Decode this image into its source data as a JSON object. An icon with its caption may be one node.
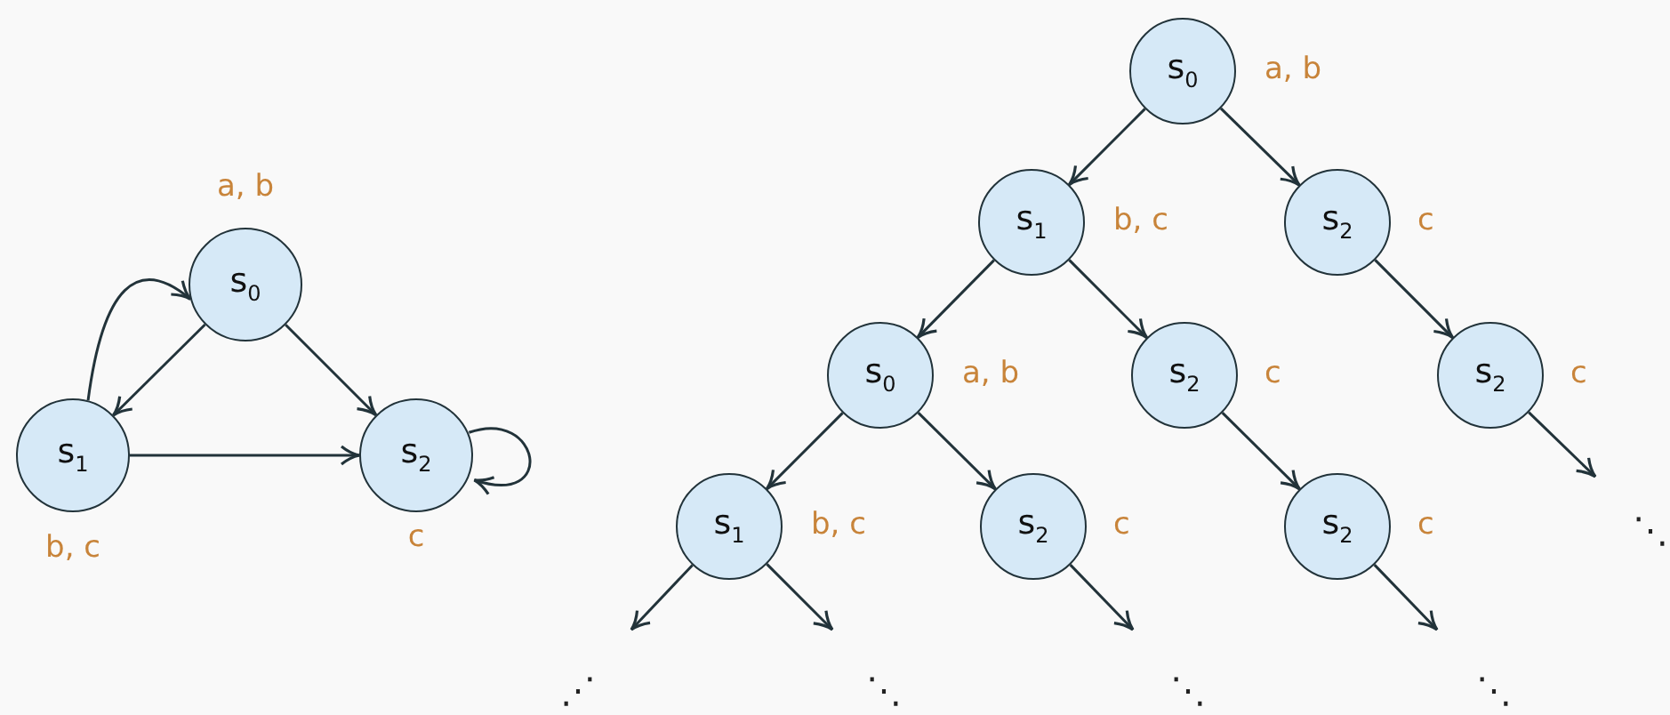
{
  "diagram": {
    "nodes": [
      {
        "text": [
          "s$_{0}$"
        ],
        "beside": [
          "a, b"
        ]
      },
      {
        "text": [
          "s$_{1}$"
        ],
        "beside": [
          "b, c"
        ]
      },
      {
        "text": [
          "s$_{2}$"
        ],
        "beside": [
          "c"
        ]
      },
      {
        "text": [
          "s$_{0}$"
        ],
        "beside": [
          "a, b"
        ]
      },
      {
        "text": [
          "s$_{1}$"
        ],
        "beside": [
          "b, c"
        ]
      },
      {
        "text": [
          "s$_{2}$"
        ],
        "beside": [
          "c"
        ]
      },
      {
        "text": [
          "s$_{0}$"
        ],
        "beside": [
          "a, b"
        ]
      },
      {
        "text": [
          "s$_{2}$"
        ],
        "beside": [
          "c"
        ]
      },
      {
        "text": [
          "s$_{2}$"
        ],
        "beside": [
          "c"
        ]
      },
      {
        "text": [
          "s$_{1}$"
        ],
        "beside": [
          "b, c"
        ]
      },
      {
        "text": [
          "s$_{2}$"
        ],
        "beside": [
          "c"
        ]
      },
      {
        "text": [
          "s$_{2}$"
        ],
        "beside": [
          "c"
        ]
      }
    ],
    "edges": [
      {
        "from": 1,
        "to": 0,
        "arrow": "to"
      },
      {
        "from": 0,
        "to": 1,
        "arrow": "to"
      },
      {
        "from": 0,
        "to": 2,
        "arrow": "to"
      },
      {
        "from": 1,
        "to": 2,
        "arrow": "to"
      },
      {
        "from": 2,
        "to": 2,
        "arrow": "to"
      },
      {
        "from": 3,
        "to": 4,
        "arrow": "to"
      },
      {
        "from": 3,
        "to": 5,
        "arrow": "to"
      },
      {
        "from": 4,
        "to": 6,
        "arrow": "to"
      },
      {
        "from": 4,
        "to": 7,
        "arrow": "to"
      },
      {
        "from": 5,
        "to": 8,
        "arrow": "to"
      },
      {
        "from": 6,
        "to": 9,
        "arrow": "to"
      },
      {
        "from": 6,
        "to": 10,
        "arrow": "to"
      },
      {
        "from": 7,
        "to": 11,
        "arrow": "to"
      },
      {
        "from": 8,
        "to": null,
        "arrow": "to"
      },
      {
        "from": 9,
        "to": null,
        "arrow": "to"
      },
      {
        "from": 9,
        "to": null,
        "arrow": "to"
      },
      {
        "from": 10,
        "to": null,
        "arrow": "to"
      },
      {
        "from": 11,
        "to": null,
        "arrow": "to"
      }
    ],
    "labels": [
      "⋱",
      "⋰",
      "⋱",
      "⋱",
      "⋱"
    ]
  }
}
